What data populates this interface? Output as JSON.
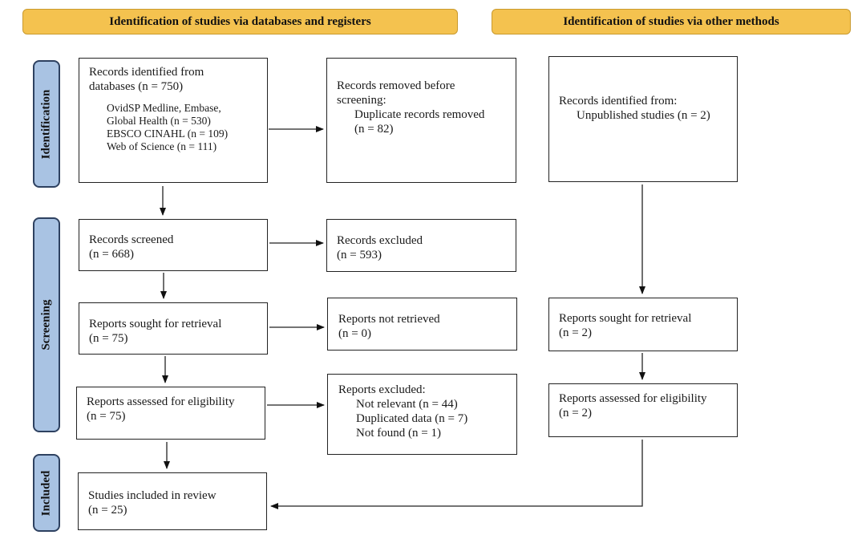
{
  "headers": {
    "databases": "Identification of studies via databases and registers",
    "other": "Identification of studies via other methods"
  },
  "phases": {
    "identification": "Identification",
    "screening": "Screening",
    "included": "Included"
  },
  "db": {
    "identified": {
      "title": [
        "Records identified from",
        "databases (n = 750)"
      ],
      "sources": [
        "OvidSP Medline, Embase,",
        "Global Health (n = 530)",
        "EBSCO CINAHL (n = 109)",
        "Web of Science (n = 111)"
      ]
    },
    "removed": {
      "title": [
        "Records removed before",
        "screening:"
      ],
      "items": [
        "Duplicate records removed",
        "(n = 82)"
      ]
    },
    "screened": [
      "Records screened",
      "(n = 668)"
    ],
    "excluded": [
      "Records excluded",
      "(n = 593)"
    ],
    "sought": [
      "Reports sought for retrieval",
      "(n = 75)"
    ],
    "not_retrieved": [
      "Reports not retrieved",
      "(n = 0)"
    ],
    "assessed": [
      "Reports assessed for eligibility",
      "(n = 75)"
    ],
    "reports_excluded": {
      "title": "Reports excluded:",
      "items": [
        "Not relevant (n = 44)",
        "Duplicated data (n = 7)",
        "Not found (n = 1)"
      ]
    },
    "included": [
      "Studies included in review",
      "(n = 25)"
    ]
  },
  "other": {
    "identified": {
      "title": "Records identified from:",
      "items": [
        "Unpublished studies (n = 2)"
      ]
    },
    "sought": [
      "Reports sought for retrieval",
      "(n = 2)"
    ],
    "assessed": [
      "Reports assessed for eligibility",
      "(n = 2)"
    ]
  }
}
